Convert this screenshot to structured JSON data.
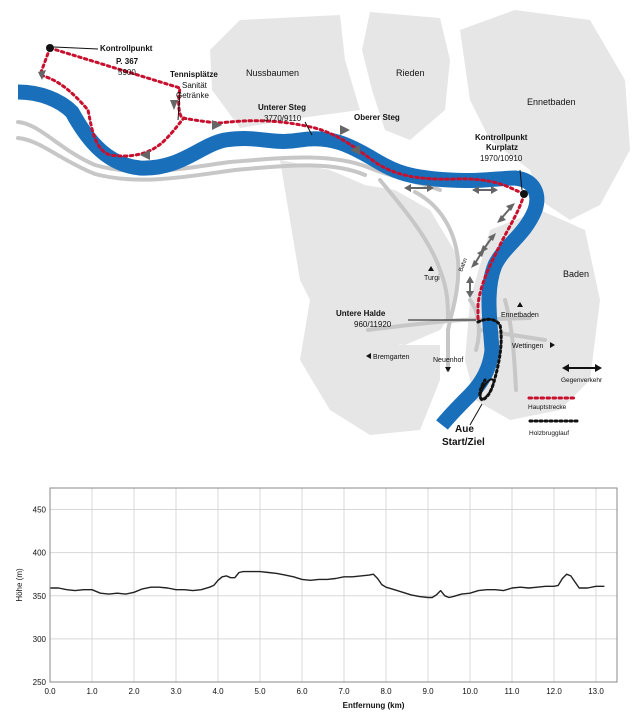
{
  "map": {
    "districts": {
      "nussbaumen": "Nussbaumen",
      "rieden": "Rieden",
      "ennetbaden": "Ennetbaden",
      "baden": "Baden"
    },
    "checkpoint_367": {
      "name": "Kontrollpunkt",
      "sub": "P. 367",
      "value": "5900"
    },
    "tennis": {
      "name": "Tennisplätze",
      "line1": "Sanität",
      "line2": "Getränke"
    },
    "unterer_steg": {
      "name": "Unterer Steg",
      "value": "3770/9110"
    },
    "oberer_steg": {
      "name": "Oberer Steg"
    },
    "kurplatz": {
      "name": "Kontrollpunkt",
      "sub": "Kurplatz",
      "value": "1970/10910"
    },
    "untere_halde": {
      "name": "Untere Halde",
      "value": "960/11920"
    },
    "places": {
      "turgi": "Turgi",
      "bahn": "Bahn",
      "ennetbaden_dir": "Ennetbaden",
      "wettingen": "Wettingen",
      "bremgarten": "Bremgarten",
      "neuenhof": "Neuenhof"
    },
    "start": {
      "line1": "Aue",
      "line2": "Start/Ziel"
    },
    "legend": {
      "gegenverkehr": "Gegenverkehr",
      "hauptstrecke": "Hauptstrecke",
      "holzbrugglauf": "Holzbrugglauf"
    },
    "colors": {
      "river": "#1a6fbb",
      "route": "#c8102e",
      "area": "#e6e6e6",
      "road": "#c7c7c7"
    }
  },
  "chart_data": {
    "type": "line",
    "xlabel": "Entfernung (km)",
    "ylabel": "Höhe (m)",
    "xlim": [
      0,
      13.5
    ],
    "ylim": [
      250,
      475
    ],
    "xticks": [
      "0.0",
      "1.0",
      "2.0",
      "3.0",
      "4.0",
      "5.0",
      "6.0",
      "7.0",
      "8.0",
      "9.0",
      "10.0",
      "11.0",
      "12.0",
      "13.0"
    ],
    "yticks": [
      "250",
      "300",
      "350",
      "400",
      "450"
    ],
    "grid": true,
    "series": [
      {
        "x": [
          0,
          0.2,
          0.4,
          0.6,
          0.8,
          1.0,
          1.2,
          1.4,
          1.6,
          1.8,
          2.0,
          2.2,
          2.4,
          2.6,
          2.8,
          3.0,
          3.2,
          3.4,
          3.6,
          3.8,
          3.9,
          4.0,
          4.1,
          4.2,
          4.3,
          4.4,
          4.5,
          4.6,
          4.8,
          5.0,
          5.2,
          5.4,
          5.6,
          5.8,
          6.0,
          6.2,
          6.4,
          6.6,
          6.8,
          7.0,
          7.2,
          7.4,
          7.6,
          7.7,
          7.8,
          7.9,
          8.0,
          8.2,
          8.4,
          8.6,
          8.8,
          9.0,
          9.1,
          9.2,
          9.3,
          9.4,
          9.5,
          9.6,
          9.8,
          10.0,
          10.2,
          10.4,
          10.6,
          10.8,
          11.0,
          11.2,
          11.4,
          11.6,
          11.8,
          12.0,
          12.1,
          12.2,
          12.3,
          12.4,
          12.5,
          12.6,
          12.8,
          13.0,
          13.2
        ],
        "values": [
          359,
          359,
          357,
          356,
          357,
          357,
          353,
          352,
          353,
          352,
          354,
          358,
          360,
          360,
          359,
          357,
          357,
          356,
          357,
          360,
          362,
          368,
          372,
          373,
          371,
          371,
          377,
          378,
          378,
          378,
          377,
          376,
          374,
          372,
          369,
          368,
          369,
          369,
          370,
          372,
          372,
          373,
          374,
          375,
          370,
          363,
          360,
          357,
          354,
          351,
          349,
          348,
          348,
          351,
          356,
          350,
          348,
          349,
          352,
          353,
          356,
          357,
          357,
          356,
          359,
          360,
          359,
          360,
          361,
          361,
          362,
          370,
          375,
          373,
          366,
          359,
          359,
          361,
          361
        ]
      }
    ]
  }
}
